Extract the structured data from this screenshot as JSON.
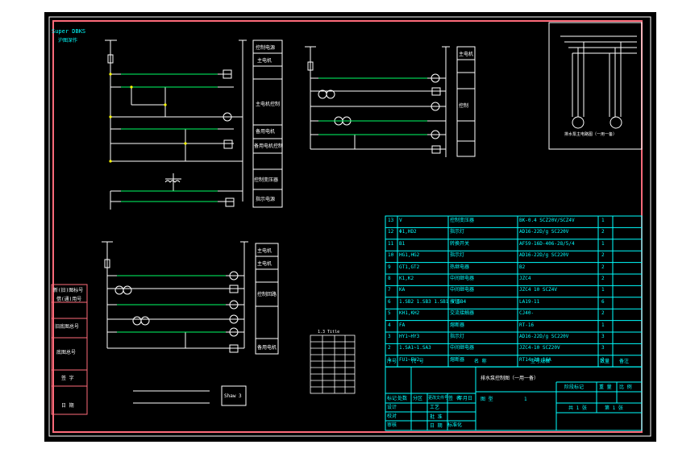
{
  "left_strip": {
    "brand": "Super DBKS",
    "brand_sub": "沪图深作",
    "boxes": [
      "新(旧)图标号",
      "借(通)用号",
      "旧底图总号",
      "底图总号",
      "签 字",
      "日 期"
    ]
  },
  "panels": {
    "top_left_rows": [
      "控制电源",
      "主电机",
      "",
      "主电机控制",
      "",
      "备用电机",
      "备用电机控制",
      "",
      "控制变压器",
      "",
      "指示电源"
    ],
    "top_right_rows": [
      "主电机",
      "",
      "",
      "控制",
      "",
      "",
      ""
    ],
    "bottom_left_rows": [
      "主电机",
      "主电机",
      "",
      "控制回路",
      "",
      "",
      "备用电机"
    ],
    "bottom_box_label": "Shaw 3"
  },
  "mini_table": {
    "title": "1.3 Title"
  },
  "motor_label": "排水泵主电路图（一用一备）",
  "bom": {
    "rows": [
      {
        "no": "13",
        "code": "V",
        "name": "控制变压器",
        "spec": "BK-0.4 SCZ20V/SCZ4V",
        "qty": "1"
      },
      {
        "no": "12",
        "code": "Φ1,HD2",
        "name": "指示灯",
        "spec": "AD16-22D/g SC220V",
        "qty": "2"
      },
      {
        "no": "11",
        "code": "B1",
        "name": "转换开关",
        "spec": "AF59-16D-406-28/5/4",
        "qty": "1"
      },
      {
        "no": "10",
        "code": "HG1,HG2",
        "name": "指示灯",
        "spec": "AD16-22D/g SC220V",
        "qty": "2"
      },
      {
        "no": "9",
        "code": "GT1,GT2",
        "name": "热继电器",
        "spec": "B2",
        "qty": "2"
      },
      {
        "no": "8",
        "code": "K1,K2",
        "name": "中间继电器",
        "spec": "JZC4",
        "qty": "2"
      },
      {
        "no": "7",
        "code": "KA",
        "name": "中间继电器",
        "spec": "JZC4 10 SCZ4V",
        "qty": "1"
      },
      {
        "no": "6",
        "code": "1.SB2 1.SB3 1.SB1 1.SB4",
        "name": "按钮",
        "spec": "LA19-11",
        "qty": "6"
      },
      {
        "no": "5",
        "code": "KH1,KH2",
        "name": "交流接触器",
        "spec": "CJ40-",
        "qty": "2"
      },
      {
        "no": "4",
        "code": "FA",
        "name": "熔断器",
        "spec": "RT-16",
        "qty": "1"
      },
      {
        "no": "3",
        "code": "HY1~HY3",
        "name": "指示灯",
        "spec": "AD16-22D/g SC220V",
        "qty": "3"
      },
      {
        "no": "2",
        "code": "1.SA1~1.SA3",
        "name": "中间继电器",
        "spec": "JZC4-10 SCZ20V",
        "qty": "3"
      },
      {
        "no": "1",
        "code": "FU1~FU2",
        "name": "熔断器",
        "spec": "RT14-20 16A",
        "qty": "2"
      }
    ],
    "headers": {
      "no": "序号",
      "code": "代 号",
      "name": "名  称",
      "spec": "型号规格",
      "qty": "数量",
      "note": "备注"
    }
  },
  "title_block": {
    "drawing_title": "排水泵控制图（一用一备）",
    "type_label": "图  型",
    "type_value": "1",
    "stage": "阶段标记",
    "weight": "重  量",
    "scale": "比  例",
    "sheets": "共 1 张",
    "sheet": "第 1 张",
    "row_labels": [
      "标记",
      "设计",
      "校对",
      "审核",
      "工艺",
      "标准化"
    ],
    "col_labels": [
      "处数",
      "分区",
      "更改文件号",
      "签 名",
      "年月日"
    ],
    "approve": "批 准",
    "date": "日 期"
  }
}
